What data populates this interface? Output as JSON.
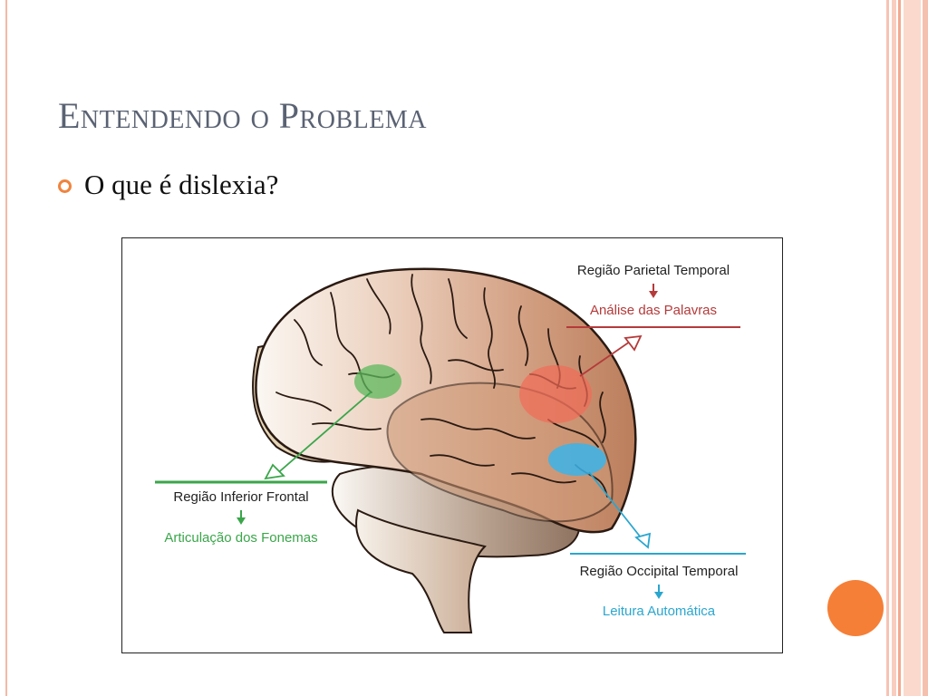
{
  "slide": {
    "title": "Entendendo o Problema",
    "bullet": "O que é dislexia?"
  },
  "figure": {
    "parietal": {
      "region": "Região Parietal Temporal",
      "function": "Análise das Palavras",
      "color": "#b53a3a"
    },
    "frontal": {
      "region": "Região Inferior Frontal",
      "function": "Articulação dos Fonemas",
      "color": "#3aa64a"
    },
    "occipital": {
      "region": "Região Occipital Temporal",
      "function": "Leitura Automática",
      "color": "#2aa6cf"
    }
  },
  "theme": {
    "accent": "#f57f37",
    "title_color": "#5a6273"
  }
}
